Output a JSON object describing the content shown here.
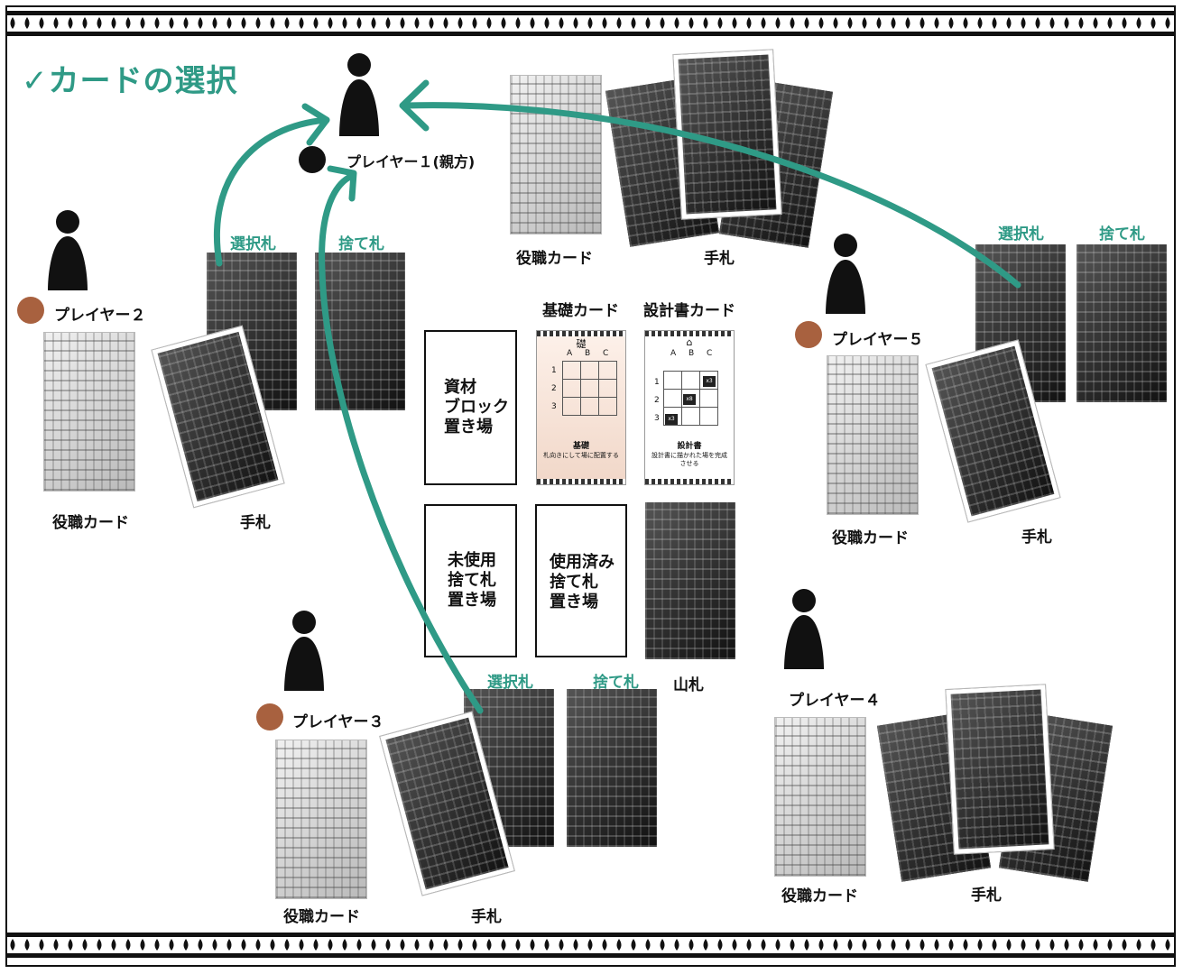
{
  "title": "✓カードの選択",
  "colors": {
    "teal": "#2f9a86",
    "brown": "#a8613f",
    "black": "#111111"
  },
  "players": {
    "p1": {
      "name": "プレイヤー１(親方)",
      "role_card": "役職カード",
      "hand": "手札"
    },
    "p2": {
      "name": "プレイヤー２",
      "role_card": "役職カード",
      "hand": "手札",
      "selected": "選択札",
      "discard": "捨て札"
    },
    "p3": {
      "name": "プレイヤー３",
      "role_card": "役職カード",
      "hand": "手札",
      "selected": "選択札",
      "discard": "捨て札"
    },
    "p4": {
      "name": "プレイヤー４",
      "role_card": "役職カード",
      "hand": "手札"
    },
    "p5": {
      "name": "プレイヤー５",
      "role_card": "役職カード",
      "hand": "手札",
      "selected": "選択札",
      "discard": "捨て札"
    }
  },
  "center": {
    "basic_card_label": "基礎カード",
    "blueprint_card_label": "設計書カード",
    "material_area": [
      "資材",
      "ブロック",
      "置き場"
    ],
    "unused_discard_area": [
      "未使用",
      "捨て札",
      "置き場"
    ],
    "used_discard_area": [
      "使用済み",
      "捨て札",
      "置き場"
    ],
    "deck": "山札",
    "basic_card": {
      "icon": "礎",
      "cols": [
        "A",
        "B",
        "C"
      ],
      "rows": [
        "1",
        "2",
        "3"
      ],
      "name": "基礎",
      "desc": "札向きにして場に配置する"
    },
    "blueprint_card": {
      "icon": "⌂",
      "cols": [
        "A",
        "B",
        "C"
      ],
      "rows": [
        "1",
        "2",
        "3"
      ],
      "name": "設計書",
      "desc": "設計書に描かれた場を完成させる",
      "cubes": [
        "x3",
        "x8",
        "x3"
      ]
    }
  }
}
